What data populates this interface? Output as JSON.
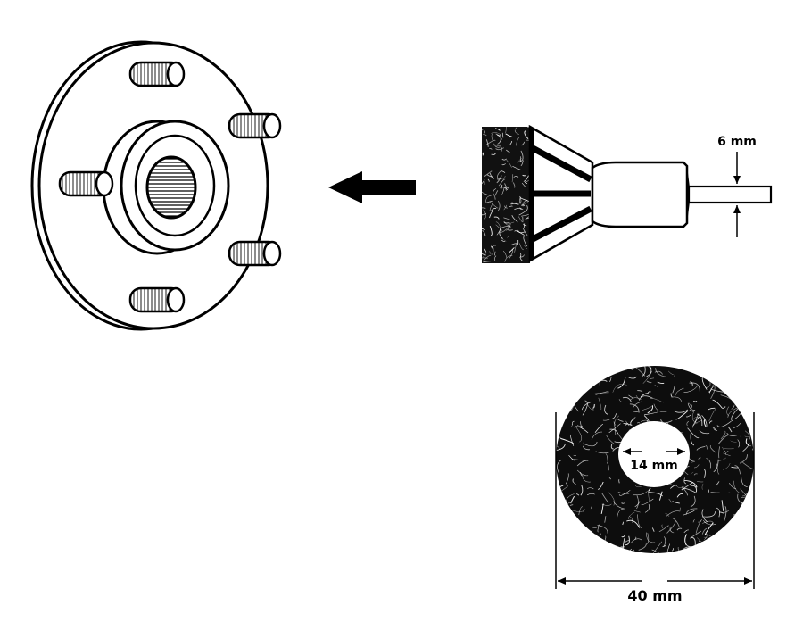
{
  "dimensions": {
    "shaft_diameter": "6 mm",
    "inner_diameter": "14 mm",
    "outer_diameter": "40 mm"
  },
  "colors": {
    "ink": "#000000",
    "paper": "#ffffff"
  },
  "icons": [
    "wheel-hub-icon",
    "arrow-left-icon",
    "abrasive-brush-tool-icon",
    "abrasive-disc-icon"
  ]
}
